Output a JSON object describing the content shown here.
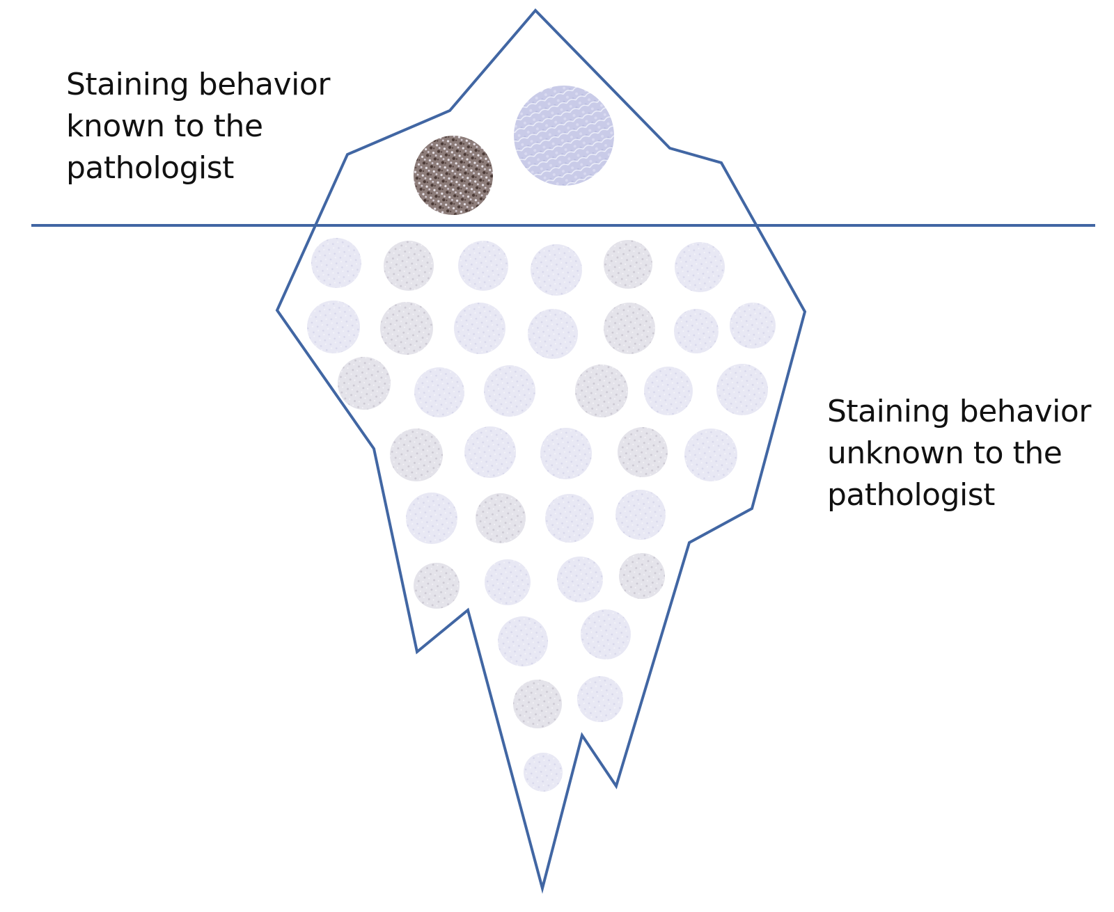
{
  "colors": {
    "outline": "#4166a3",
    "waterline": "#4166a3",
    "text": "#111111",
    "background": "#ffffff"
  },
  "labels": {
    "known": {
      "lines": [
        "Staining behavior",
        "known to the",
        "pathologist"
      ]
    },
    "unknown": {
      "lines": [
        "Staining behavior",
        "unknown to the",
        "pathologist"
      ]
    }
  },
  "tissue_cores": {
    "above_waterline": [
      {
        "stain": "dark",
        "description": "brown-stained core"
      },
      {
        "stain": "light",
        "description": "pale lavender core"
      }
    ],
    "below_waterline_style": "faded"
  }
}
